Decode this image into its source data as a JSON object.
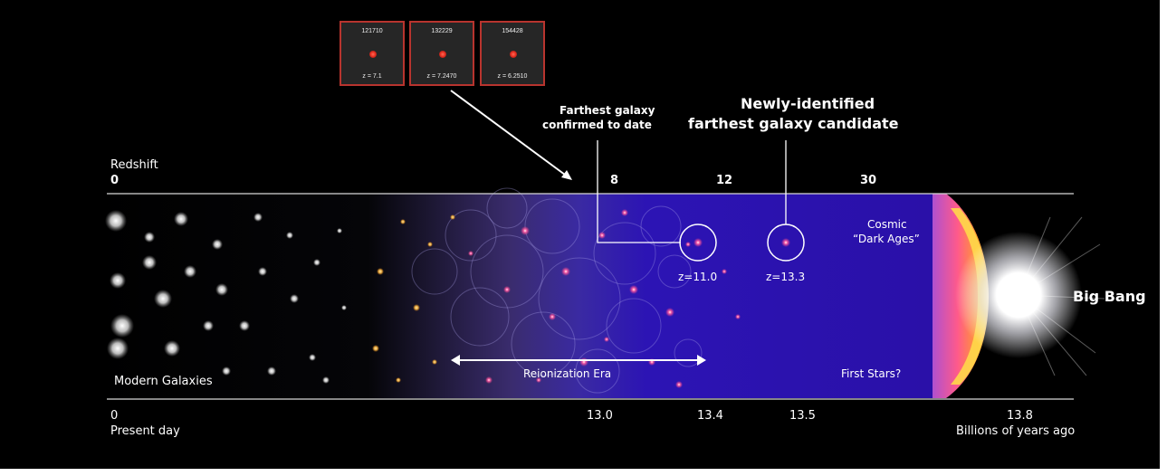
{
  "insets": [
    {
      "id": "121710",
      "z": "z = 7.1"
    },
    {
      "id": "132229",
      "z": "z = 7.2470"
    },
    {
      "id": "154428",
      "z": "z = 6.2510"
    }
  ],
  "annotations": {
    "farthest_confirmed_line1": "Farthest galaxy",
    "farthest_confirmed_line2": "confirmed to date",
    "candidate_line1": "Newly-identified",
    "candidate_line2": "farthest galaxy candidate"
  },
  "redshift_axis": {
    "title": "Redshift",
    "ticks": [
      "0",
      "8",
      "12",
      "30"
    ]
  },
  "regions": {
    "cosmic_dark_ages_line1": "Cosmic",
    "cosmic_dark_ages_line2": "“Dark Ages”",
    "first_stars": "First Stars?",
    "reionization": "Reionization Era",
    "modern_galaxies": "Modern Galaxies",
    "big_bang": "Big Bang"
  },
  "galaxies": {
    "z11": "z=11.0",
    "z13": "z=13.3"
  },
  "time_axis": {
    "ticks": [
      "0",
      "13.0",
      "13.4",
      "13.5",
      "13.8"
    ],
    "present": "Present day",
    "unit": "Billions of years ago"
  },
  "colors": {
    "background": "#000000",
    "early_universe": "#2a10a8",
    "inset_border": "#b8342e",
    "galaxy_glow": "#ff3c82",
    "big_bang": "#ffffff"
  }
}
